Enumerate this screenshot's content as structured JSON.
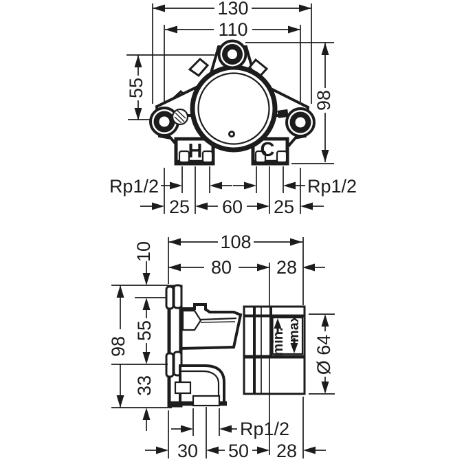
{
  "colors": {
    "ink": "#1c1c1c",
    "paper": "#ffffff"
  },
  "front_view": {
    "width_outer": "130",
    "width_inner": "110",
    "height_upper": "55",
    "height_total": "98",
    "thread_left": "Rp1/2",
    "thread_right": "Rp1/2",
    "spacing_left": "25",
    "spacing_center": "60",
    "spacing_right": "25",
    "hot_label": "H",
    "cold_label": "C"
  },
  "side_view": {
    "depth_total": "108",
    "depth_front": "80",
    "depth_rear": "28",
    "clip_top_offset": "10",
    "height_total": "98",
    "clip_spacing": "55",
    "height_lower": "33",
    "diameter_label": "Ø 64",
    "min_label": "min.",
    "max_label": "max",
    "thread_bottom": "Rp1/2",
    "bottom_left": "30",
    "bottom_center": "50",
    "bottom_right": "28"
  }
}
